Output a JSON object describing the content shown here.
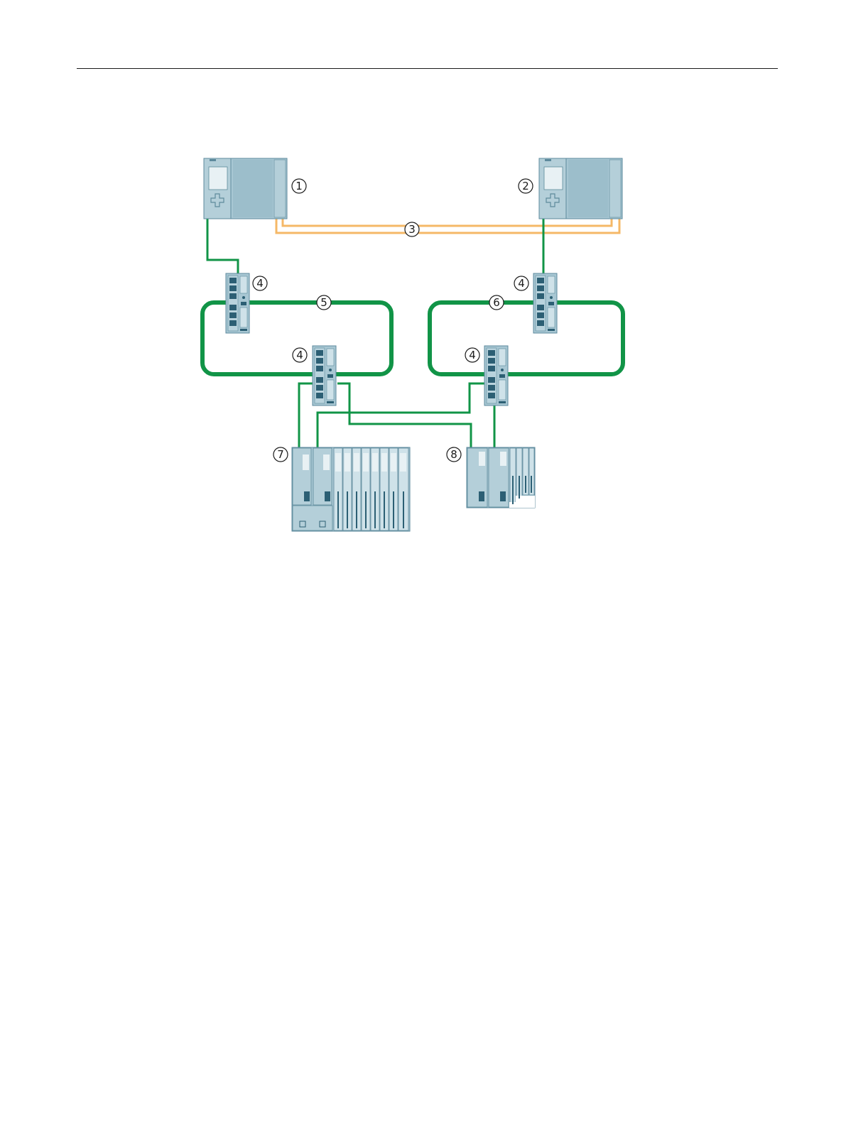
{
  "page": {
    "background": "#ffffff"
  },
  "diagram": {
    "colors": {
      "profinet_line": "#119447",
      "sync_line": "#f5b867",
      "device_fill": "#a8c7d3",
      "device_stroke": "#5d8a9c",
      "device_light": "#cfe2e9",
      "device_dark": "#2c5f74"
    },
    "callouts": {
      "cpu_1": "1",
      "cpu_2": "2",
      "sync_connection": "3",
      "switch_top_left": "4",
      "switch_top_right": "4",
      "switch_bottom_left": "4",
      "switch_bottom_right": "4",
      "ring_left": "5",
      "ring_right": "6",
      "io_station_7": "7",
      "io_station_8": "8"
    },
    "icons": {
      "cpu": "plc-cpu-icon",
      "switch": "network-switch-icon",
      "io_station": "distributed-io-icon"
    }
  }
}
